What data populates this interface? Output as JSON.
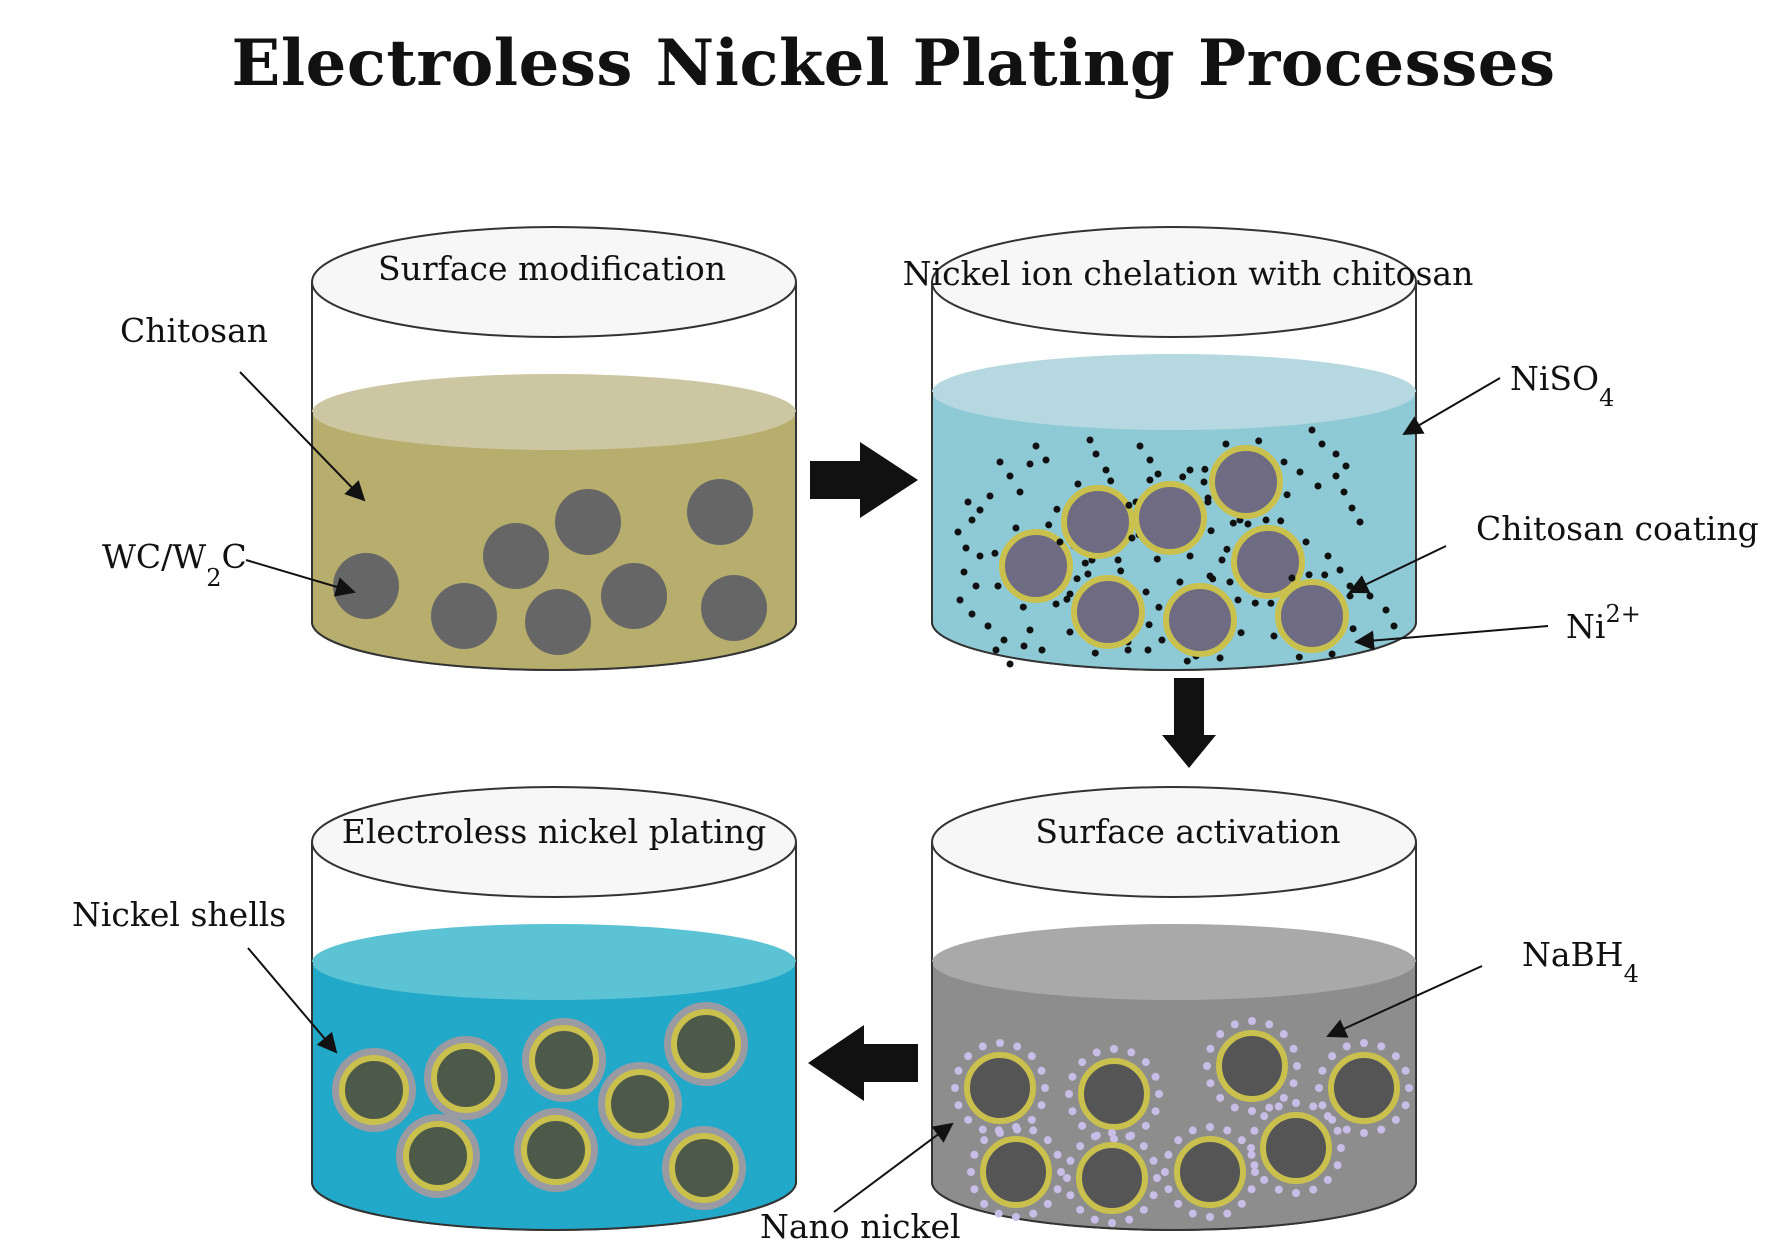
{
  "title": "Electroless Nickel Plating Processes",
  "steps": {
    "surface_modification": {
      "label": "Surface modification",
      "annotations": {
        "chitosan": "Chitosan",
        "wc_main": "WC/W",
        "wc_sub": "2",
        "wc_tail": "C"
      }
    },
    "chelation": {
      "label": "Nickel ion chelation with chitosan",
      "annotations": {
        "niso_main": "NiSO",
        "niso_sub": "4",
        "coating": "Chitosan coating",
        "ni_main": "Ni",
        "ni_sup": "2+"
      }
    },
    "activation": {
      "label": "Surface activation",
      "annotations": {
        "nabh_main": "NaBH",
        "nabh_sub": "4",
        "nano": "Nano nickel"
      }
    },
    "plating": {
      "label": "Electroless nickel plating",
      "annotations": {
        "shells": "Nickel shells"
      }
    }
  },
  "colors": {
    "chitosan_liquid": "#b7ad6c",
    "chelation_liquid": "#8ecad6",
    "activation_liquid": "#8d8d8d",
    "plating_liquid": "#22a8c9",
    "particle": "#666666",
    "coated_particle": "#6e6b82",
    "coating": "#c9c04e",
    "nickel_shell": "#9a9aa2",
    "nano_dots": "#c7bde6"
  }
}
